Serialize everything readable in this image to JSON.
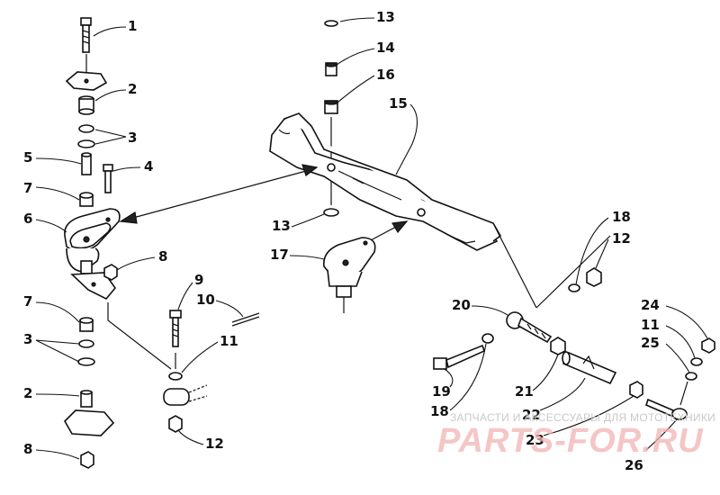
{
  "diagram": {
    "callouts": [
      "1",
      "2",
      "3",
      "4",
      "5",
      "6",
      "7",
      "8",
      "9",
      "10",
      "11",
      "12",
      "13",
      "14",
      "15",
      "16",
      "17",
      "18",
      "19",
      "20",
      "21",
      "22",
      "23",
      "24",
      "25",
      "26"
    ],
    "callout_text": {
      "c1": "1",
      "c2a": "2",
      "c3a": "3",
      "c4": "4",
      "c5": "5",
      "c6": "6",
      "c7a": "7",
      "c8a": "8",
      "c7b": "7",
      "c3b": "3",
      "c2b": "2",
      "c8b": "8",
      "c9": "9",
      "c10": "10",
      "c11a": "11",
      "c12a": "12",
      "c13a": "13",
      "c14": "14",
      "c16": "16",
      "c15": "15",
      "c13b": "13",
      "c17": "17",
      "c18a": "18",
      "c12b": "12",
      "c20": "20",
      "c19": "19",
      "c18b": "18",
      "c21": "21",
      "c22": "22",
      "c23": "23",
      "c24": "24",
      "c11b": "11",
      "c25": "25",
      "c26": "26"
    }
  },
  "watermark": {
    "small": "ЗАПЧАСТИ И АКСЕССУАРЫ ДЛЯ МОТОТЕХНИКИ",
    "big": "PARTS-FOR.RU"
  }
}
